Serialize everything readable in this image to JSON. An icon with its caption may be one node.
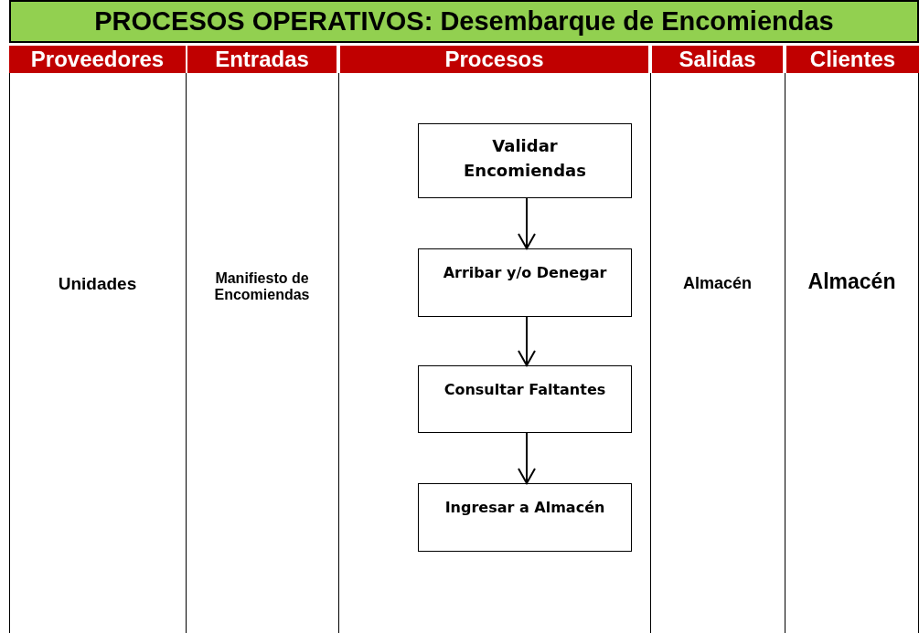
{
  "diagram": {
    "title": "PROCESOS OPERATIVOS: Desembarque de Encomiendas",
    "nodes": [
      {
        "text": [
          "Validar Encomiendas"
        ]
      },
      {
        "text": [
          "Arribar y/o Denegar"
        ]
      },
      {
        "text": [
          "Consultar Faltantes"
        ]
      },
      {
        "text": [
          "Ingresar a Almacén"
        ]
      }
    ],
    "edges": [
      {
        "from": 0,
        "to": 1,
        "arrow": "to"
      },
      {
        "from": 1,
        "to": 2,
        "arrow": "to"
      },
      {
        "from": 2,
        "to": 3,
        "arrow": "to"
      }
    ],
    "labels": [
      "Proveedores",
      "Entradas",
      "Procesos",
      "Salidas",
      "Clientes",
      "Unidades",
      "Manifiesto de Encomiendas",
      "Almacén",
      "Almacén"
    ]
  }
}
